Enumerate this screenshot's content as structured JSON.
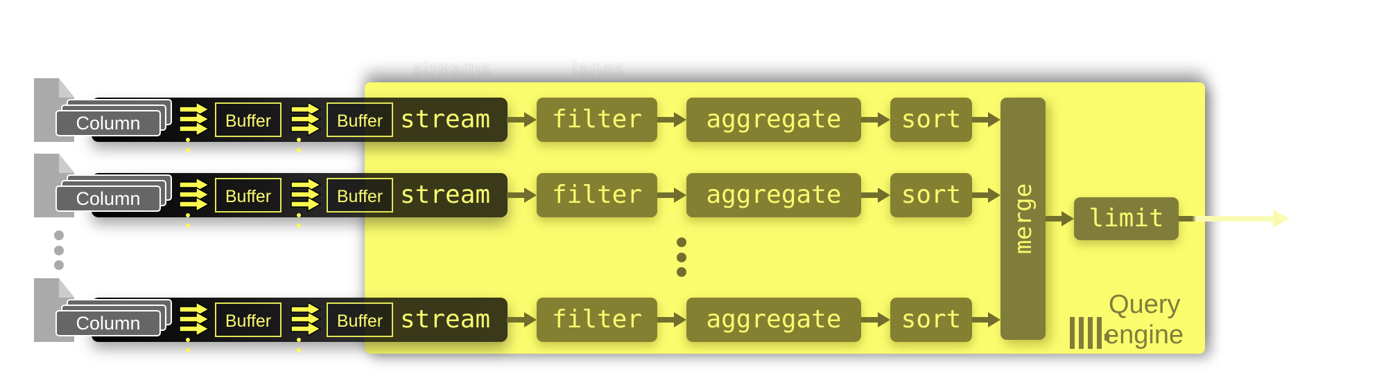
{
  "labels": {
    "streams": "streams",
    "lanes": "lanes"
  },
  "rows": [
    {
      "column": "Column",
      "buffer1": "Buffer",
      "buffer2": "Buffer",
      "stream": "stream",
      "filter": "filter",
      "aggregate": "aggregate",
      "sort": "sort"
    },
    {
      "column": "Column",
      "buffer1": "Buffer",
      "buffer2": "Buffer",
      "stream": "stream",
      "filter": "filter",
      "aggregate": "aggregate",
      "sort": "sort"
    },
    {
      "column": "Column",
      "buffer1": "Buffer",
      "buffer2": "Buffer",
      "stream": "stream",
      "filter": "filter",
      "aggregate": "aggregate",
      "sort": "sort"
    }
  ],
  "merge": "merge",
  "limit": "limit",
  "logo": {
    "line1": "Query",
    "line2": "engine"
  },
  "colors": {
    "panel": "#fbfb6e",
    "operator": "#807d3a",
    "operator_text": "#fafa70",
    "source_dots": "#aaaaaa"
  }
}
